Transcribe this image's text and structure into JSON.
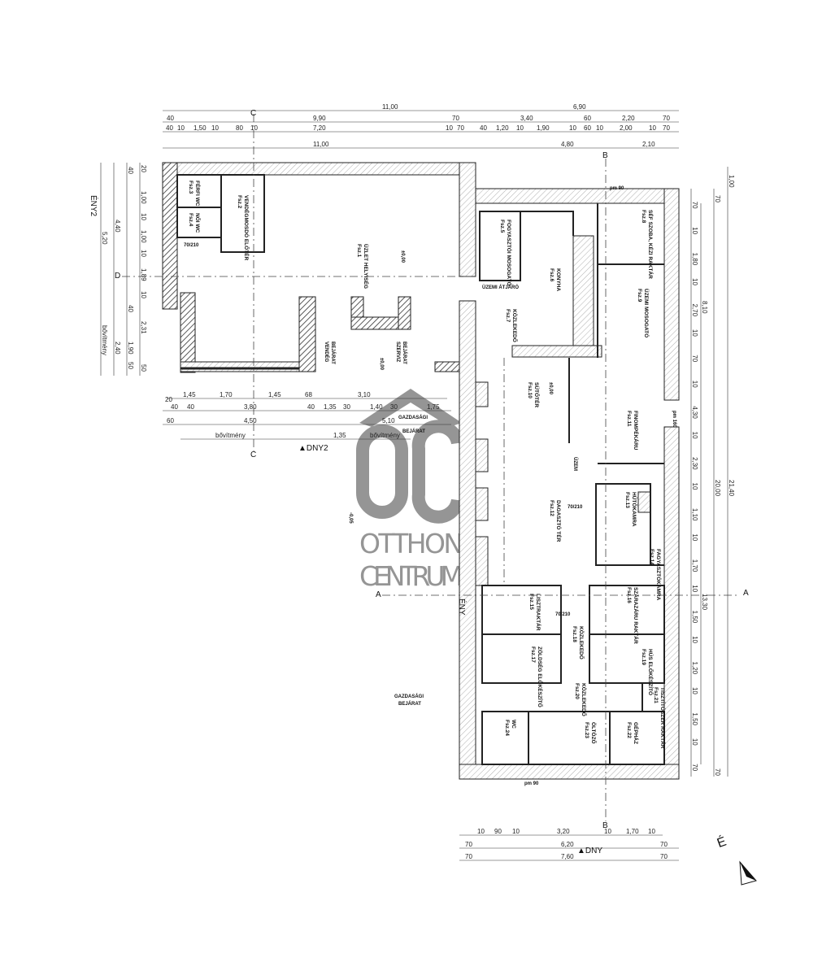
{
  "plan": {
    "dims_top": [
      [
        "11,00",
        "6,90"
      ],
      [
        "40",
        "9,90",
        "70",
        "3,40",
        "60",
        "2,20",
        "70"
      ],
      [
        "40",
        "10",
        "1,50",
        "10",
        "80",
        "10",
        "7,20",
        "10",
        "70",
        "40",
        "1,20",
        "10",
        "1,90",
        "10",
        "60",
        "10",
        "2,00",
        "10",
        "70"
      ],
      [
        "11,00",
        "4,80",
        "2,10"
      ]
    ],
    "dims_right": [
      [
        "70",
        "10",
        "1,80",
        "10",
        "2,70",
        "10",
        "70",
        "10",
        "4,30",
        "10",
        "2,30",
        "10",
        "1,10",
        "10",
        "1,70",
        "10",
        "1,50",
        "10",
        "1,20",
        "10",
        "1,50",
        "10",
        "70"
      ],
      [
        "8,10",
        "13,30"
      ],
      [
        "70",
        "20,00",
        "70"
      ],
      [
        "1,00",
        "21,40"
      ]
    ],
    "dims_left": [
      [
        "20",
        "1,00",
        "10",
        "1,00",
        "10",
        "1,89",
        "10",
        "2,31",
        "50"
      ],
      [
        "40",
        "40",
        "1,90",
        "50"
      ],
      [
        "4,40",
        "2,40"
      ],
      [
        "5,20",
        "bővítmény"
      ]
    ],
    "dims_wing_bottom": [
      [
        "1,45",
        "1,70",
        "1,45",
        "68",
        "3,10"
      ],
      [
        "20",
        "40",
        "40",
        "3,80",
        "40",
        "1,35",
        "30",
        "1,40",
        "30",
        "1,75"
      ],
      [
        "60",
        "4,50",
        "5,10"
      ],
      [
        "bővítmény",
        "1,35",
        "bővítmény"
      ]
    ],
    "dims_bottom": [
      [
        "10",
        "90",
        "10",
        "3,20",
        "10",
        "1,70",
        "10"
      ],
      [
        "70",
        "6,20",
        "70"
      ],
      [
        "70",
        "7,60",
        "70"
      ]
    ],
    "rooms": [
      {
        "no": "Fsz.1",
        "name": "ÜZLET HELYISÉG"
      },
      {
        "no": "Fsz.2",
        "name": "VENDÉGMOSDÓ ELŐTÉR"
      },
      {
        "no": "Fsz.3",
        "name": "FÉRFI WC"
      },
      {
        "no": "Fsz.4",
        "name": "NŐI WC"
      },
      {
        "no": "Fsz.5",
        "name": "FOGYASZTÓI MOSOGATÓ"
      },
      {
        "no": "Fsz.6",
        "name": "KONYHA"
      },
      {
        "no": "Fsz.7",
        "name": "KÖZLEKEDŐ"
      },
      {
        "no": "Fsz.8",
        "name": "SÉF SZOBA, KÉZI RAKTÁR"
      },
      {
        "no": "Fsz.9",
        "name": "ÜZEMI MOSOGATÓ"
      },
      {
        "no": "Fsz.10",
        "name": "SÜTŐTÉR"
      },
      {
        "no": "Fsz.11",
        "name": "FINOMPÉKÁRU"
      },
      {
        "no": "Fsz.12",
        "name": "DAGASZTÓ TÉR"
      },
      {
        "no": "Fsz.13",
        "name": "HŰTŐKAMRA"
      },
      {
        "no": "Fsz.14",
        "name": "FAGYASZTÓKAMRA"
      },
      {
        "no": "Fsz.15",
        "name": "LISZTRAKTÁR"
      },
      {
        "no": "Fsz.16",
        "name": "SZÁRAZÁRU RAKTÁR"
      },
      {
        "no": "Fsz.17",
        "name": "ZÖLDSÉG ELŐKÉSZÍTŐ"
      },
      {
        "no": "Fsz.18",
        "name": "KÖZLEKEDŐ"
      },
      {
        "no": "Fsz.19",
        "name": "HÚS ELŐKÉSZÍTŐ"
      },
      {
        "no": "Fsz.20",
        "name": "KÖZLEKEDŐ"
      },
      {
        "no": "Fsz.21",
        "name": "TISZTÍTÓSZER RAKTÁR"
      },
      {
        "no": "Fsz.22",
        "name": "GÉPHÁZ"
      },
      {
        "no": "Fsz.23",
        "name": "ÖLTÖZŐ"
      },
      {
        "no": "Fsz.24",
        "name": "WC"
      }
    ],
    "labels": {
      "uzemi_atjaro": "ÜZEMI ÁTJÁRÓ",
      "gazdasagi": "GAZDASÁGI",
      "bejarat": "BEJÁRAT",
      "vendeg": "VENDÉG",
      "szerviz": "SZERVIZ",
      "uzem": "ÜZEM",
      "level_0": "±0,00",
      "level_neg": "-0,05",
      "pm90": "pm 90",
      "pm160": "pm 160",
      "door_70_210": "70/210"
    },
    "sections": {
      "a": "A",
      "b": "B",
      "c": "C",
      "d": "D",
      "eny": "ÉNY",
      "eny2": "ÉNY2",
      "dny": "DNY",
      "dny2": "DNY2"
    },
    "north": "É"
  },
  "watermark": {
    "logo": "OC",
    "line1": "OTTHON",
    "line2": "CENTRUM",
    "color": "#8a8a8a"
  }
}
